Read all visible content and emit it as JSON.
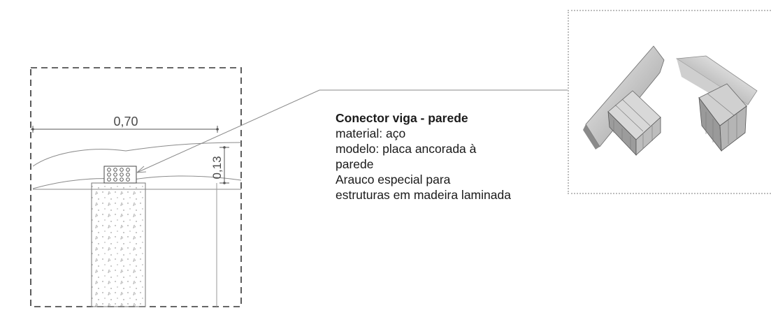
{
  "section": {
    "dimension_width": "0,70",
    "dimension_height": "0,13"
  },
  "note": {
    "title": "Conector viga - parede",
    "lines": [
      "material: aço",
      "modelo: placa ancorada à",
      "parede",
      "Arauco especial para",
      "estruturas em madeira laminada"
    ]
  },
  "detail": {
    "views": [
      "connector-3d-view-left",
      "connector-3d-view-right"
    ]
  },
  "colors": {
    "line": "#555555",
    "dashed_frame": "#333333",
    "leader": "#8a8a8a",
    "dotted_frame": "#bdbdbd"
  }
}
